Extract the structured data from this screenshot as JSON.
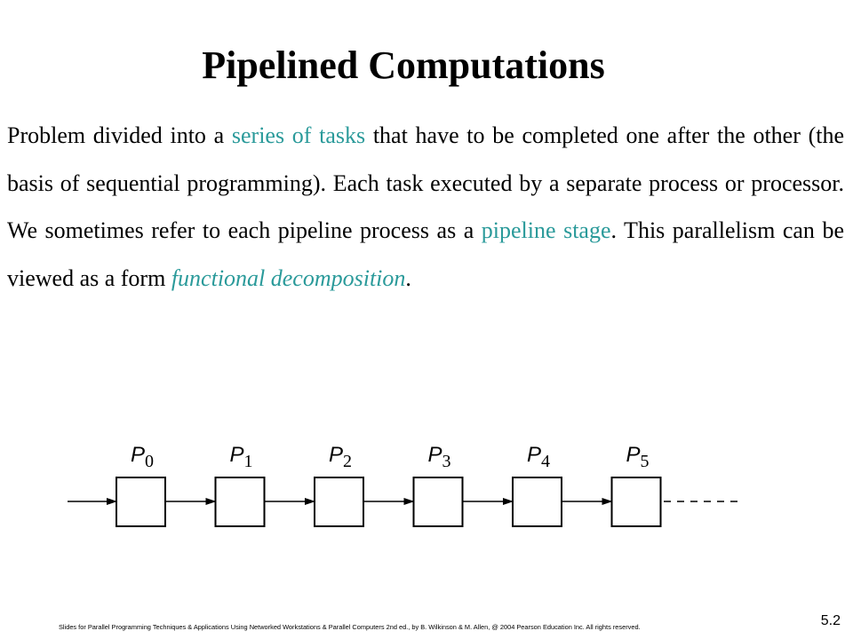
{
  "title": "Pipelined Computations",
  "paragraph": {
    "t1": "Problem divided into a ",
    "h1": "series of tasks",
    "t2": " that have to be completed one after the other (the basis of sequential programming). Each task executed by a separate process or processor. We sometimes refer to each pipeline process as a ",
    "h2": "pipeline stage",
    "t3": ".  This parallelism can be viewed as a form ",
    "h3": "functional decomposition",
    "t4": "."
  },
  "diagram": {
    "stages": [
      {
        "letter": "P",
        "sub": "0"
      },
      {
        "letter": "P",
        "sub": "1"
      },
      {
        "letter": "P",
        "sub": "2"
      },
      {
        "letter": "P",
        "sub": "3"
      },
      {
        "letter": "P",
        "sub": "4"
      },
      {
        "letter": "P",
        "sub": "5"
      }
    ]
  },
  "footer": "Slides for Parallel Programming Techniques & Applications Using Networked Workstations & Parallel Computers 2nd ed., by B. Wilkinson & M. Allen, @ 2004 Pearson Education Inc. All rights reserved.",
  "slide_number": "5.2",
  "colors": {
    "highlight": "#2a9a9a"
  }
}
